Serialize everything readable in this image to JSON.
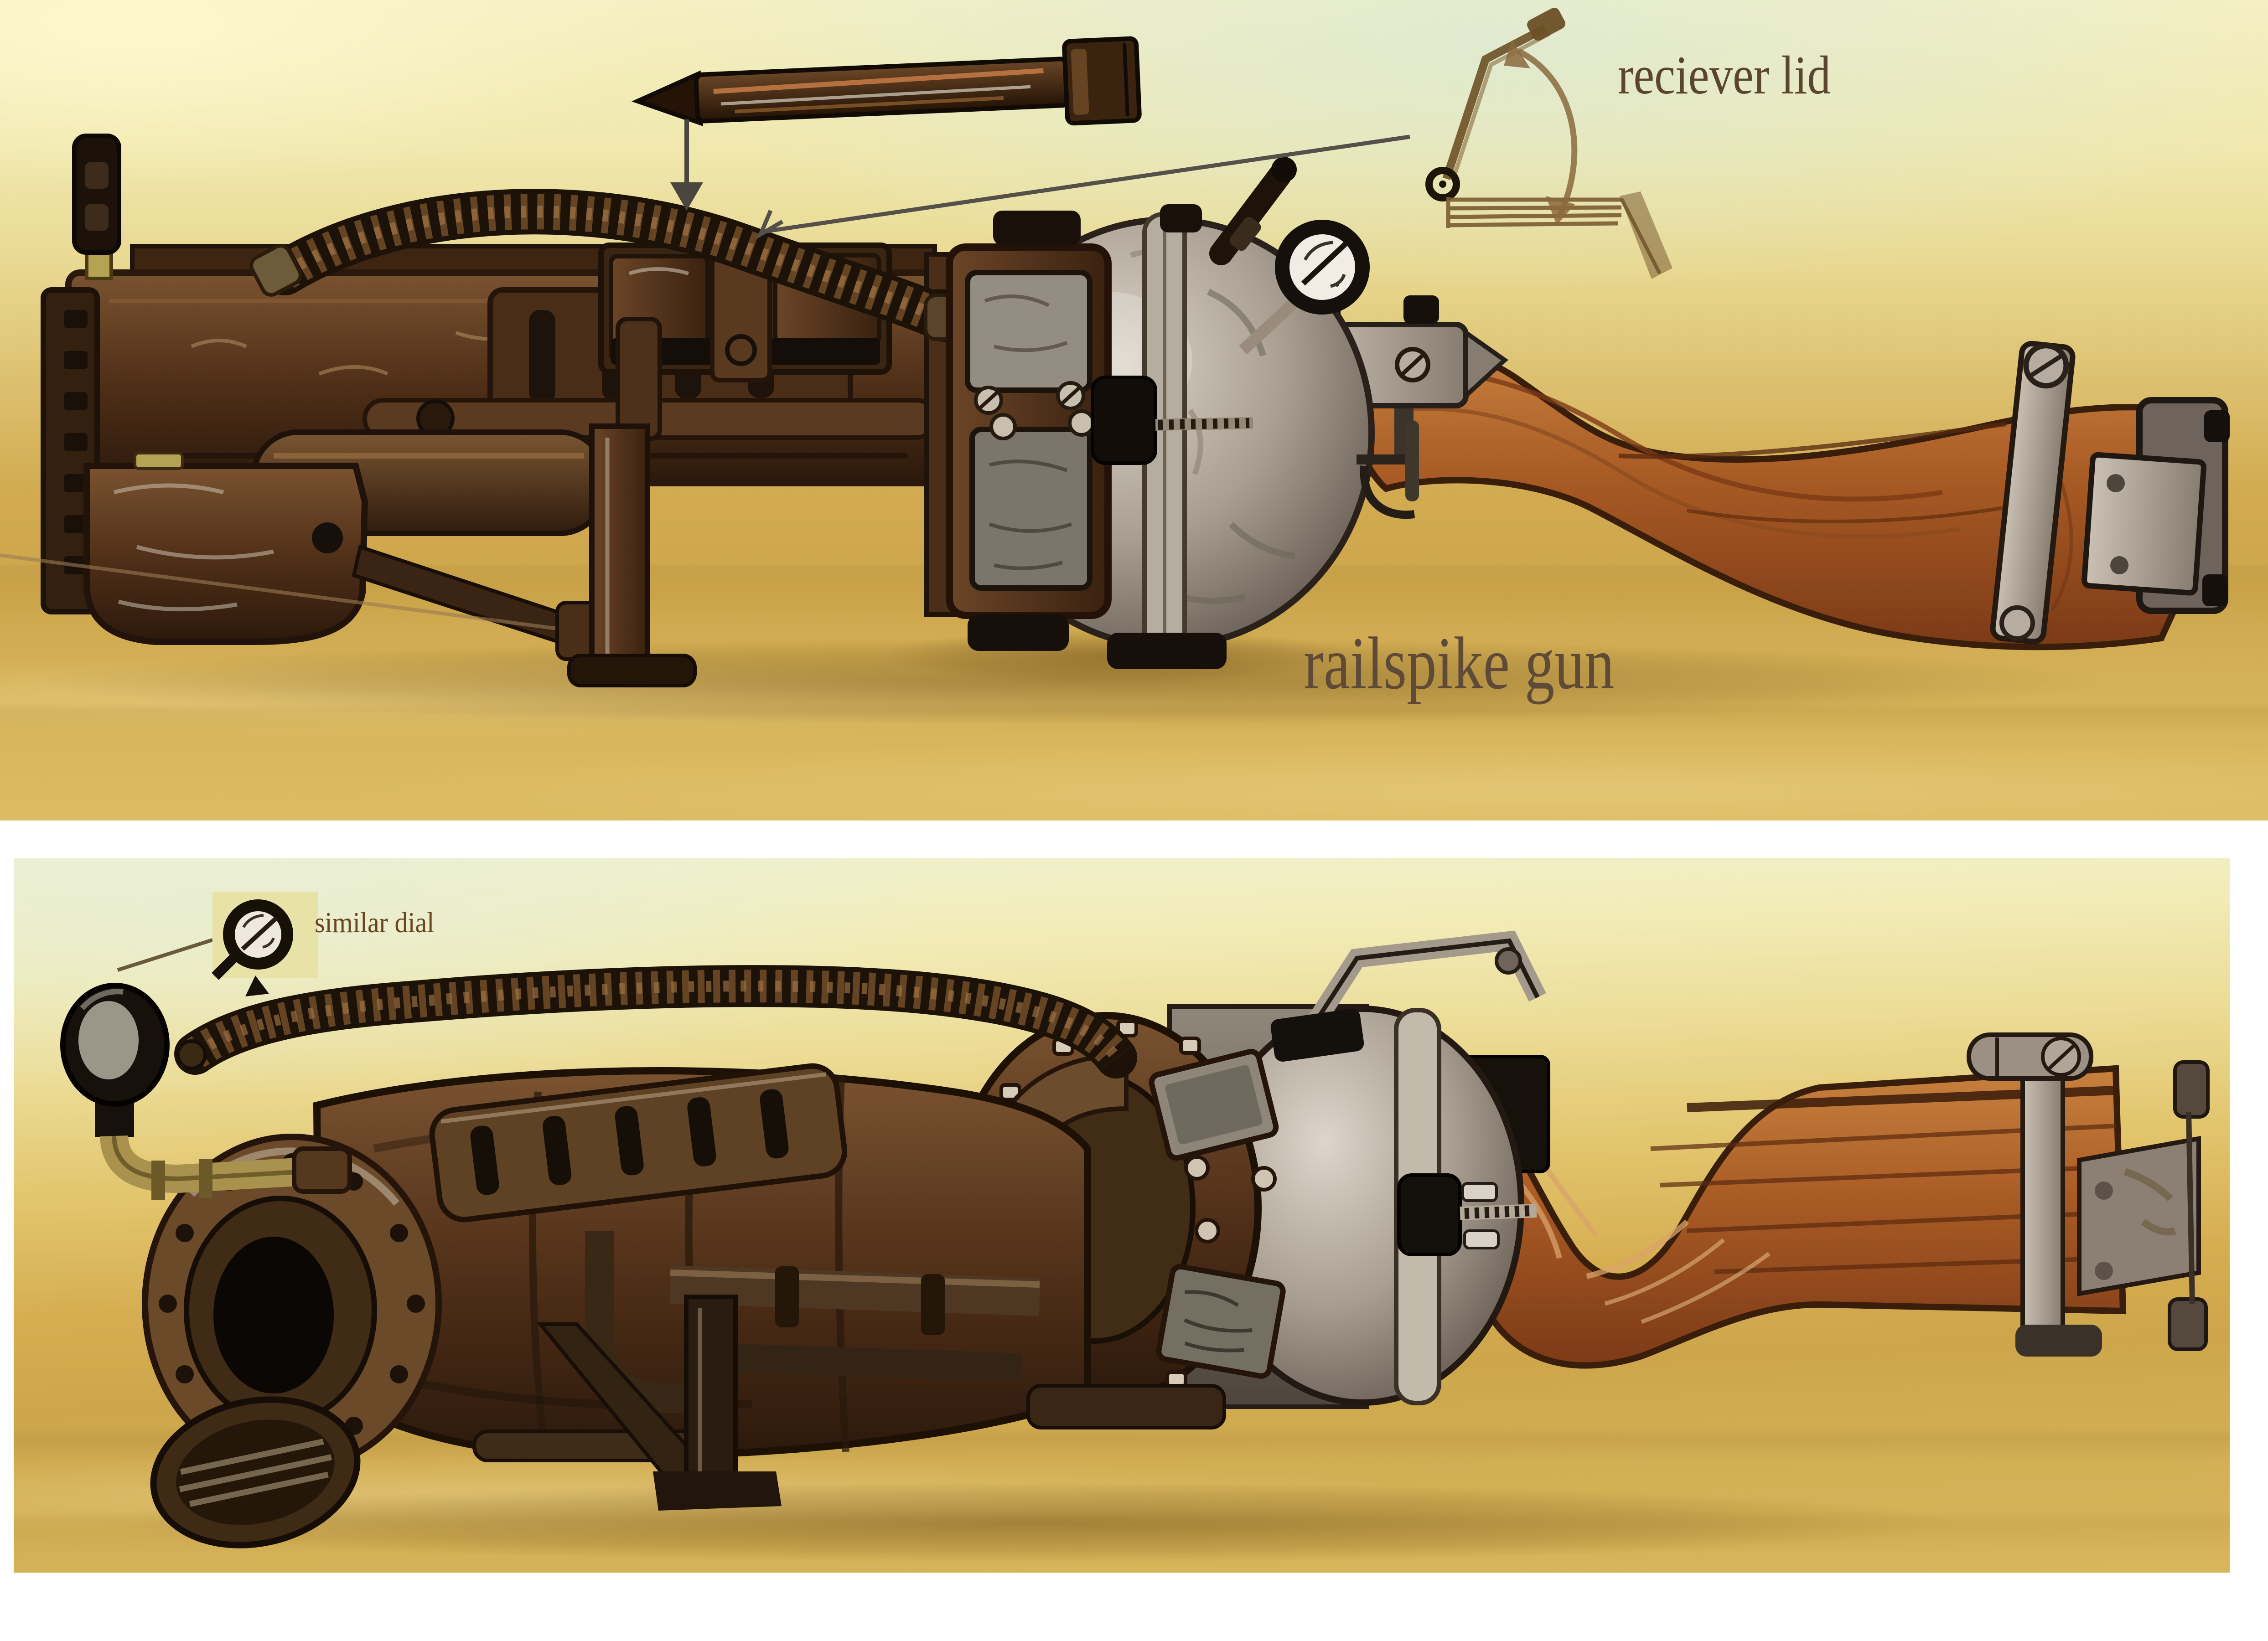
{
  "artwork": {
    "title": "railspike gun",
    "annotations": {
      "receiver_lid": "reciever lid",
      "similar_dial": "similar dial"
    }
  },
  "icons": {
    "down_arrow": "straight arrow pointing down from spike to receiver",
    "leader_arrow": "long thin leader line with arrowhead at receiver lid",
    "rotation_arrow": "curved double-headed arrow showing lid opening",
    "dial_pointer_line": "thin leader line from inset to dial"
  },
  "colors": {
    "paper_white": "#ffffff",
    "sky_pale_green": "#eef0d8",
    "sand_cream": "#f2e9b4",
    "sand_mid": "#e2c66e",
    "sand_deep": "#d0a94e",
    "title_ink": "#5e4a37",
    "label_ink": "#5a4531",
    "small_label_ink": "#6a451f",
    "sketch_brown": "#7b5c33",
    "arrow_gray": "#55504a",
    "rust_dark": "#2e1c0f",
    "rust_mid": "#6b452a",
    "metal_gray": "#a99f93",
    "steel_dome": "#b9b1a5",
    "wood_orange": "#b06a32",
    "brass": "#ab924e",
    "inset_beige": "#e9e2a6"
  }
}
